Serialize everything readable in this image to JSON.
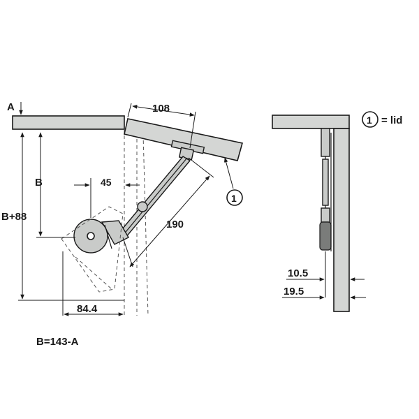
{
  "dimensions": {
    "a": "A",
    "b": "B",
    "b_plus_88": "B+88",
    "d45": "45",
    "d108": "108",
    "d190": "190",
    "d84_4": "84.4",
    "d10_5": "10.5",
    "d19_5": "19.5"
  },
  "formula": "B=143-A",
  "legend": {
    "marker": "1",
    "text": "= lid"
  },
  "callout": {
    "marker": "1"
  },
  "colors": {
    "panel": "#d4d6d4",
    "line": "#1a1a1a"
  }
}
